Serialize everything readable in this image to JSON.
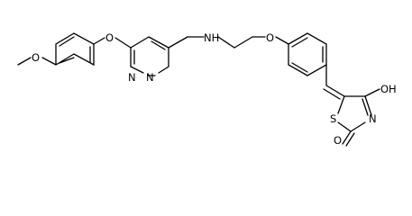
{
  "molecule": {
    "atoms": {
      "O1": "O",
      "O2": "O",
      "N1": "N",
      "N2": "N",
      "NH": "NH",
      "O3": "O",
      "S": "S",
      "OH": "OH",
      "N3": "N",
      "O4": "O"
    }
  }
}
